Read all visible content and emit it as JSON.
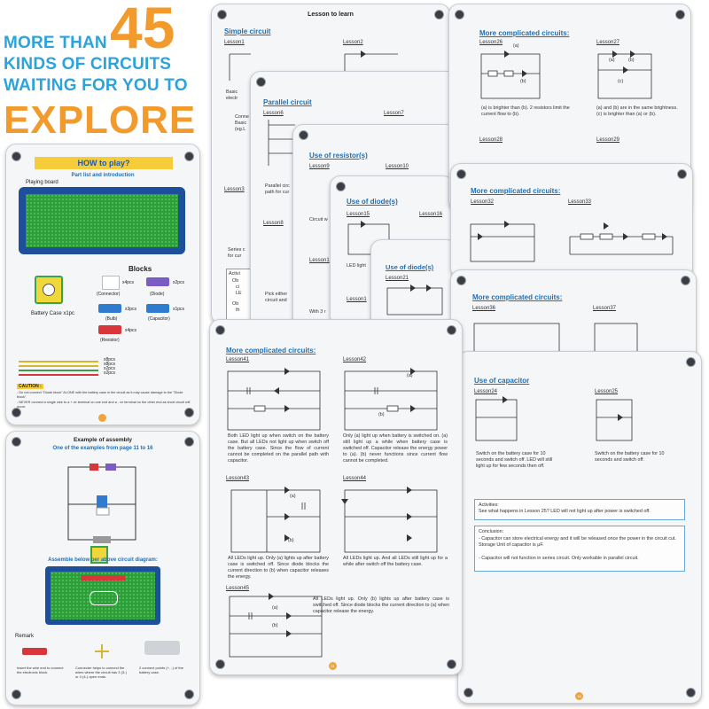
{
  "headline": {
    "line1_prefix": "MORE THAN",
    "number": "45",
    "line2": "KINDS OF CIRCUITS",
    "line3": "WAITING FOR YOU TO",
    "line4": "EXPLORE"
  },
  "howto": {
    "title": "HOW to play?",
    "subtitle": "Part list and introduction",
    "board_label": "Playing board",
    "blocks_title": "Blocks",
    "battery_label": "Battery Case x1pc",
    "connector": "(Connector)",
    "diode": "(Diode)",
    "bulb": "(Bulb)",
    "capacitor": "(Capacitor)",
    "resistor": "(Resistor)",
    "q1": "x4pcs",
    "q2": "x2pcs",
    "q3": "x3pcs",
    "q4": "x1pcs",
    "q5": "x4pcs",
    "wires": [
      "x8pcs",
      "x8pcs",
      "x2pcs",
      "x2pcs"
    ],
    "caution": "CAUTION :",
    "caution1": "- Do not connect \"Diode block\" ALONE with the battery case in the circuit as it may cause damage to the \"Diode block\".",
    "caution2": "- NEVER connect a single wire to a + ve terminal on one end and a - ve terminal on the other end as short circuit will occur."
  },
  "assembly": {
    "title": "Example of assembly",
    "subtitle": "One of the examples from page 11 to 16",
    "assemble_title": "Assemble below per above circuit diagram:",
    "remark": "Remark",
    "r1": "Insert the wire end to connect the electronic block.",
    "r2": "Connecter helps to connect the wires where the circuit has 3 (3-) or 4 (4-) open ends.",
    "r3": "2 connect points (+, -) of the battery case."
  },
  "lesson_cards": {
    "c1_title": "Lesson to learn",
    "c1_sec": "Simple circuit",
    "l1": "Lesson1",
    "l2": "Lesson2",
    "l3": "Lesson3",
    "c1_basic": "Basic",
    "c1_elec": "electr",
    "c1_conn": "Conne",
    "c1_basic2": "Basic",
    "c1_eg": "(eg.L",
    "c1_series": "Series c",
    "c1_forcu": "for cur",
    "c1_activ": "Activi",
    "c1_ob": "Ob",
    "c1_ci": "ci",
    "c1_le": "LE",
    "c1_ob2": "Ob",
    "c1_th": "th",
    "p_sec": "Parallel circuit",
    "l6": "Lesson6",
    "l7": "Lesson7",
    "l8": "Lesson8",
    "p_text1": "Parallel circ",
    "p_text2": "path for cur",
    "p_pick1": "Pick either",
    "p_pick2": "circuit and",
    "r_sec": "Use of resistor(s)",
    "l9": "Lesson9",
    "l10": "Lesson10",
    "r_circuit": "Circuit w",
    "l11": "Lesson1",
    "r_with": "With 3 r",
    "d_sec": "Use of diode(s)",
    "l15": "Lesson15",
    "l16": "Lesson16",
    "d_led": "LED light",
    "l1x": "Lesson1",
    "d2_sec": "Use of diode(s)",
    "l21": "Lesson21"
  },
  "complicated_a": {
    "sec": "More complicated circuits:",
    "l26": "Lesson26",
    "l27": "Lesson27",
    "t26": "(a) is brighter than (b). 2 resistors limit the current flow to (b).",
    "t27": "(a) and (b) are in the same brightness. (c) is brighter than (a) or (b).",
    "l28": "Lesson28",
    "l29": "Lesson29",
    "a": "(a)",
    "b": "(b)",
    "c": "(c)"
  },
  "complicated_b": {
    "sec": "More complicated circuits:",
    "l32": "Lesson32",
    "l33": "Lesson33"
  },
  "complicated_c": {
    "sec": "More complicated circuits:",
    "l36": "Lesson36",
    "l37": "Lesson37"
  },
  "complicated_main": {
    "sec": "More complicated circuits:",
    "l41": "Lesson41",
    "l42": "Lesson42",
    "t41": "Both LED light up when switch on the battery case. But all LEDs not light up when switch off the battery case. Since the flow of current cannot be completed on the parallel path with capacitor.",
    "t42": "Only (a) light up when battery is switched on. (a) still light up a while when battery case is switched off. Capacitor release the energy power to (a). (b) never functions since current flow cannot be completed.",
    "l43": "Lesson43",
    "l44": "Lesson44",
    "t43": "All LEDs light up. Only (a) lights up after battery case is switched off. Since diode blocks the current direction to (b) when capacitor releases the energy.",
    "t44": "All LEDs light up. And all LEDs still light up for a while after switch off the battery case.",
    "l45": "Lesson45",
    "t45": "All LEDs light up. Only (b) lights up after battery case is switched off. Since diode blocks the current direction to (a) when capacitor release the energy.",
    "a": "(a)",
    "b": "(b)",
    "page": "31"
  },
  "capacitor": {
    "sec": "Use of capacitor",
    "l24": "Lesson24",
    "l25": "Lesson25",
    "t24": "Switch on the battery case for 10 seconds and switch off. LED will still light up for few seconds then off.",
    "t25": "Switch on the battery case for 10 seconds and switch off.",
    "activities_title": "Activities:",
    "activities": "See what happens in Lesson 25? LED will not light up after power is switched off.",
    "conclusion_title": "Conclusion:",
    "conc1": "-  Capacitor can store electrical energy and it will be released once the power in the circuit cut. Storage Unit of capacitor is μF.",
    "conc2": "-  Capacitor will not function in series circuit. Only workable in parallel circuit.",
    "page": "16"
  },
  "colors": {
    "blue_text": "#2ba3dc",
    "orange_text": "#f39a2c",
    "section_blue": "#1f6fb2",
    "board_green": "#2f9e3a"
  }
}
